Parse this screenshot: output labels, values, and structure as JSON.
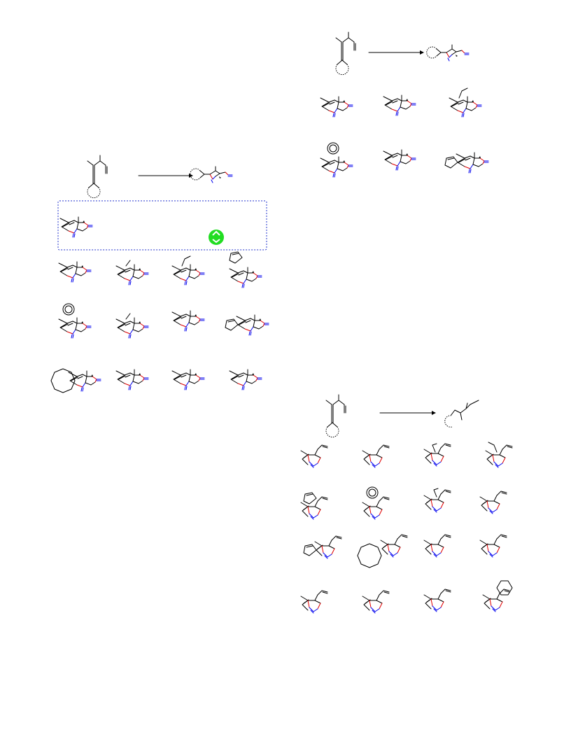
{
  "page": {
    "background": "#ffffff"
  },
  "colors": {
    "bond": "#000000",
    "oxygen_bond": "#e00000",
    "nitrogen_bond": "#0000ee",
    "highlight_box": "#2233cc",
    "recycle_icon": "#22dd22"
  },
  "schemes": [
    {
      "name": "scheme-left",
      "reaction_arrow": true,
      "substrate_icon": "allenyl-ene-substrate",
      "product_icon": "bicyclic-fused-product",
      "highlight_box": true,
      "highlight_icon": "recycle-icon",
      "product_count": 13
    },
    {
      "name": "scheme-top-right",
      "reaction_arrow": true,
      "substrate_icon": "allenyl-ene-substrate",
      "product_icon": "bicyclic-fused-product",
      "product_count": 6
    },
    {
      "name": "scheme-bottom-right",
      "reaction_arrow": true,
      "substrate_icon": "allenyl-ene-substrate",
      "product_icon": "isoxazole-vinyl-product",
      "product_count": 16
    }
  ]
}
